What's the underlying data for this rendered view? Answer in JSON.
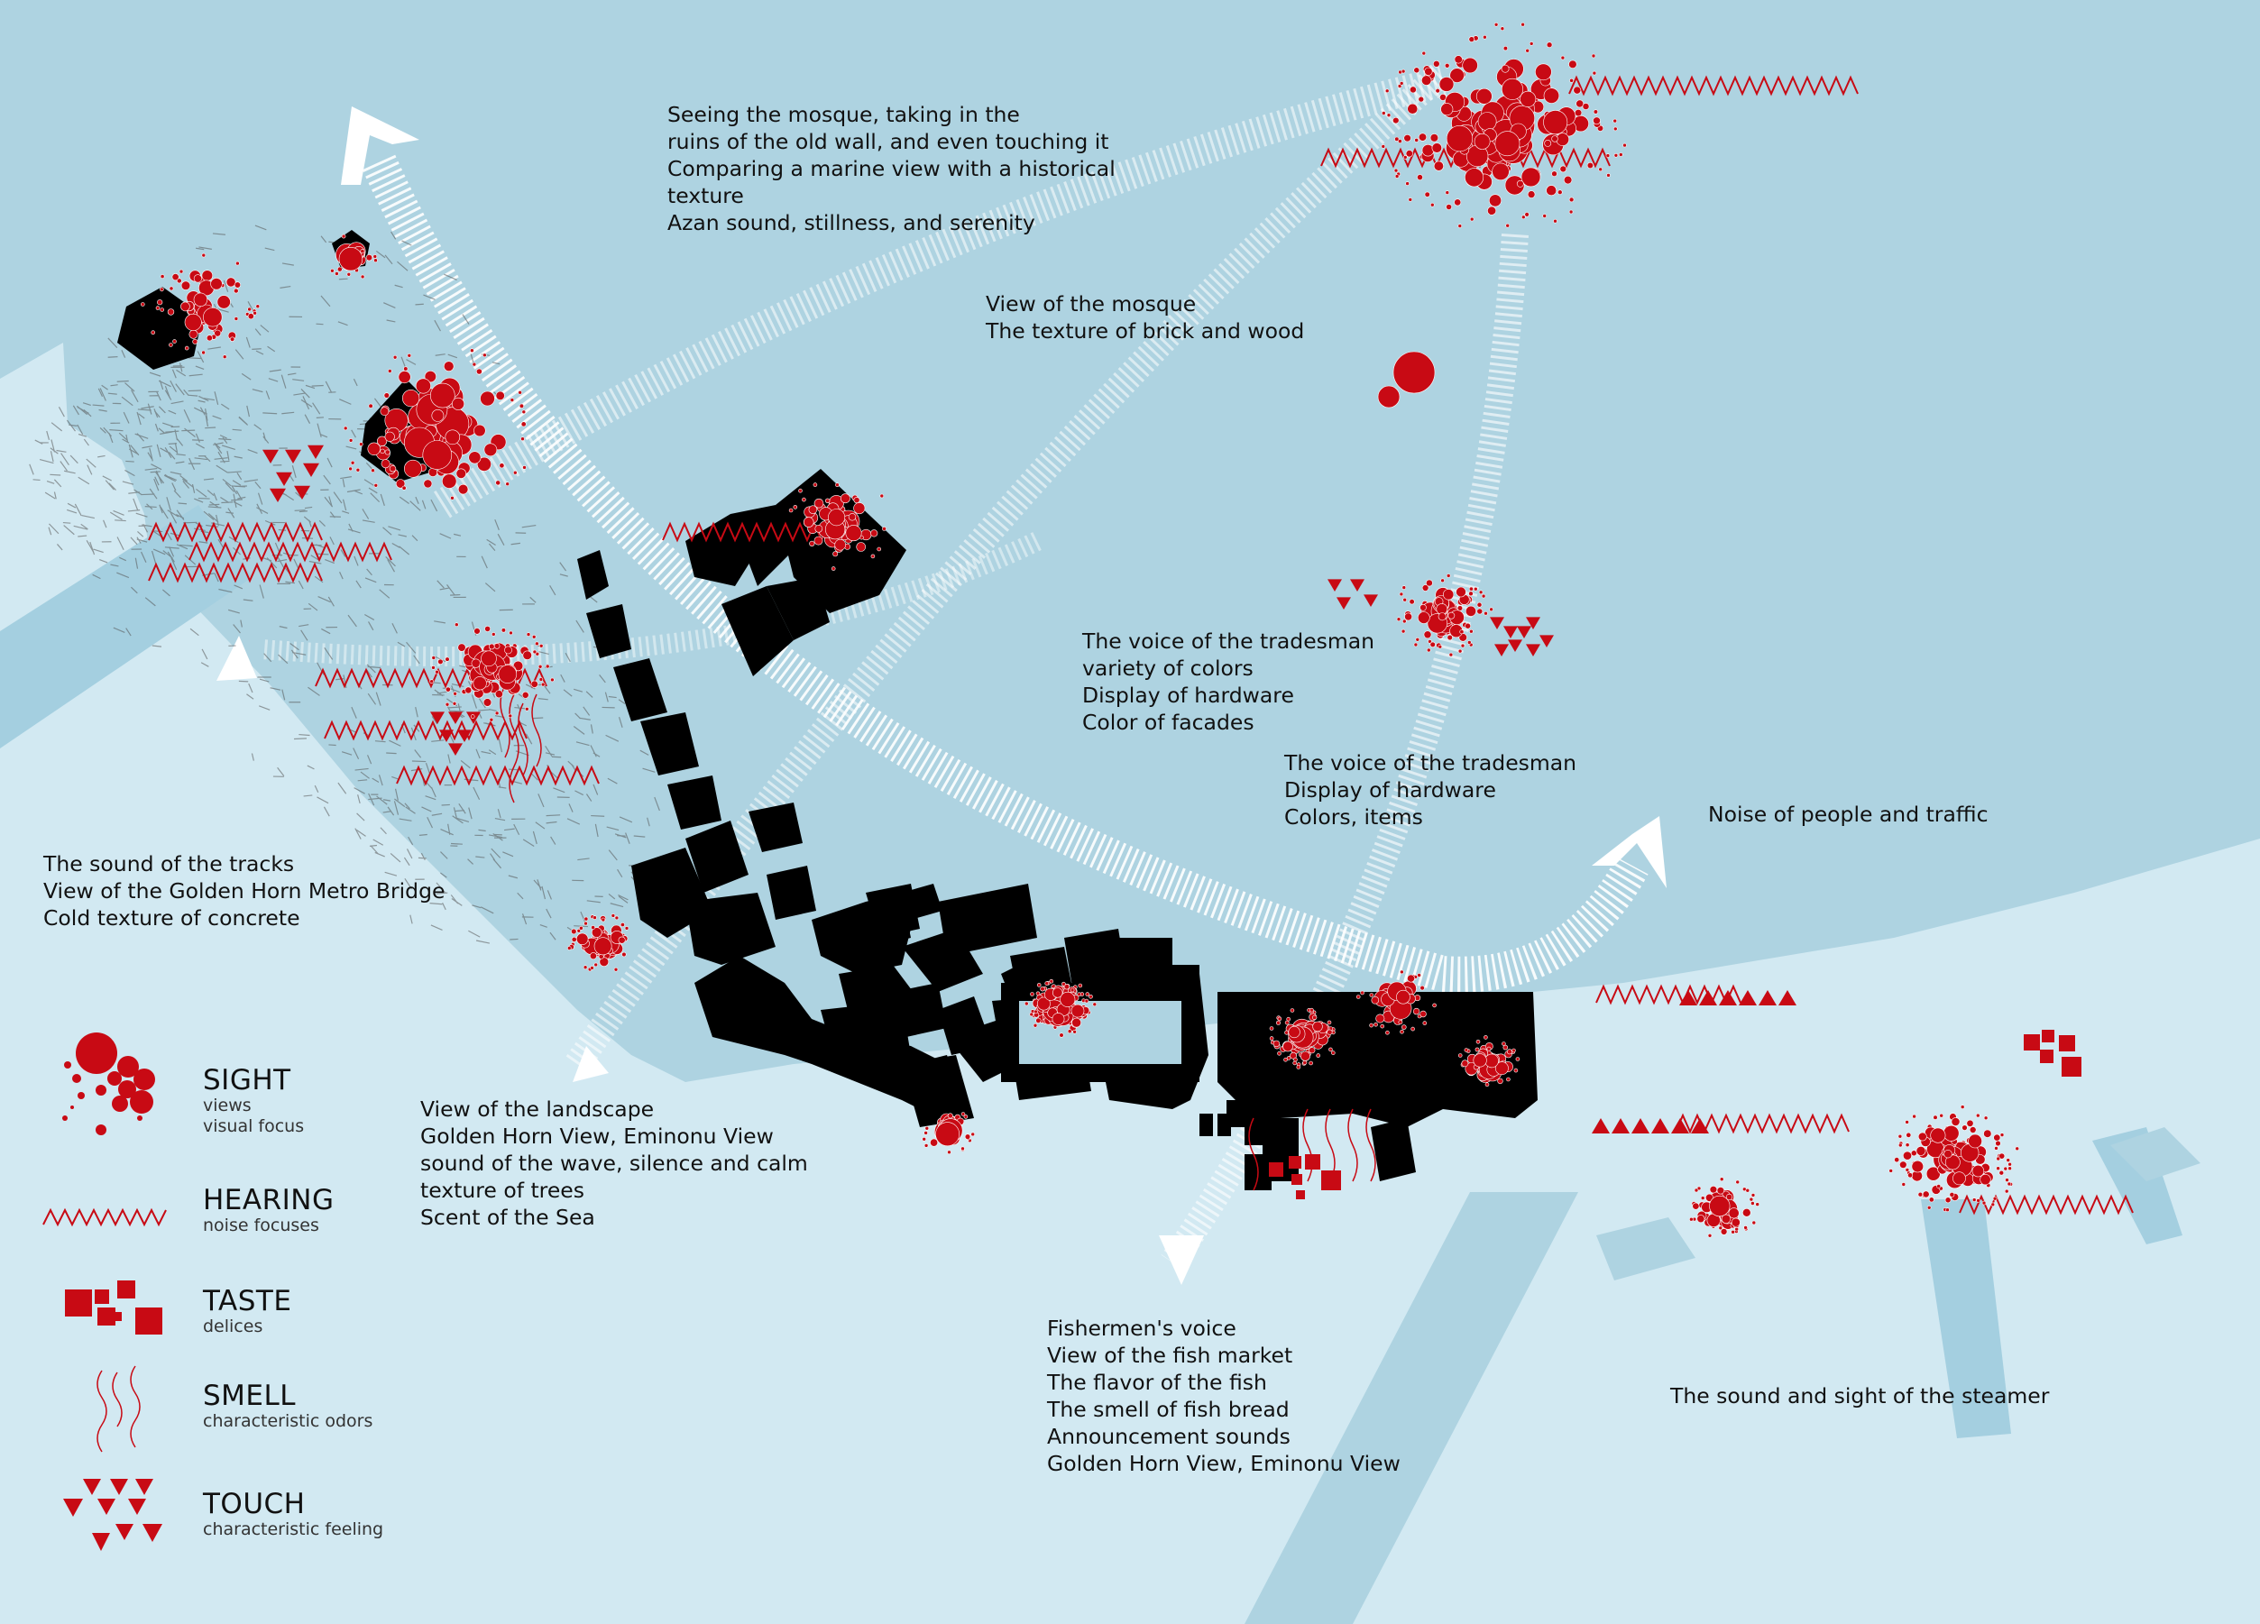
{
  "colors": {
    "water": "#aed3e1",
    "land": "#d2e9f2",
    "bridge": "#a4cfe0",
    "building": "#000000",
    "sense": "#c80a14",
    "route": "#ffffff"
  },
  "annotations": {
    "mosque": "Seeing the mosque, taking in the\nruins of the old wall, and even touching it\nComparing a marine view with a historical\ntexture\nAzan sound, stillness, and serenity",
    "mosque_view": "View of the mosque\nThe texture of brick and wood",
    "tradesman_1": "The voice of the tradesman\nvariety of colors\nDisplay of hardware\nColor of facades",
    "tradesman_2": "The voice of the tradesman\nDisplay of hardware\nColors, items",
    "noise": "Noise of people and traffic",
    "tracks": "The sound of the tracks\nView of the Golden Horn Metro Bridge\nCold texture of concrete",
    "landscape": "View of the landscape\nGolden Horn View, Eminonu View\nsound of the wave, silence and calm\ntexture of trees\nScent of the Sea",
    "fish_market": "Fishermen's voice\nView of the fish market\nThe flavor of the fish\nThe smell of fish bread\nAnnouncement sounds\nGolden Horn View, Eminonu View",
    "steamer": "The sound and sight of the steamer"
  },
  "legend": [
    {
      "key": "sight",
      "title": "SIGHT",
      "subtitle": "views\nvisual focus",
      "icon": "red-circle-cluster-icon"
    },
    {
      "key": "hearing",
      "title": "HEARING",
      "subtitle": "noise focuses",
      "icon": "zigzag-line-icon"
    },
    {
      "key": "taste",
      "title": "TASTE",
      "subtitle": "delices",
      "icon": "red-squares-icon"
    },
    {
      "key": "smell",
      "title": "SMELL",
      "subtitle": "characteristic odors",
      "icon": "wavy-lines-icon"
    },
    {
      "key": "touch",
      "title": "TOUCH",
      "subtitle": "characteristic feeling",
      "icon": "red-triangles-icon"
    }
  ]
}
